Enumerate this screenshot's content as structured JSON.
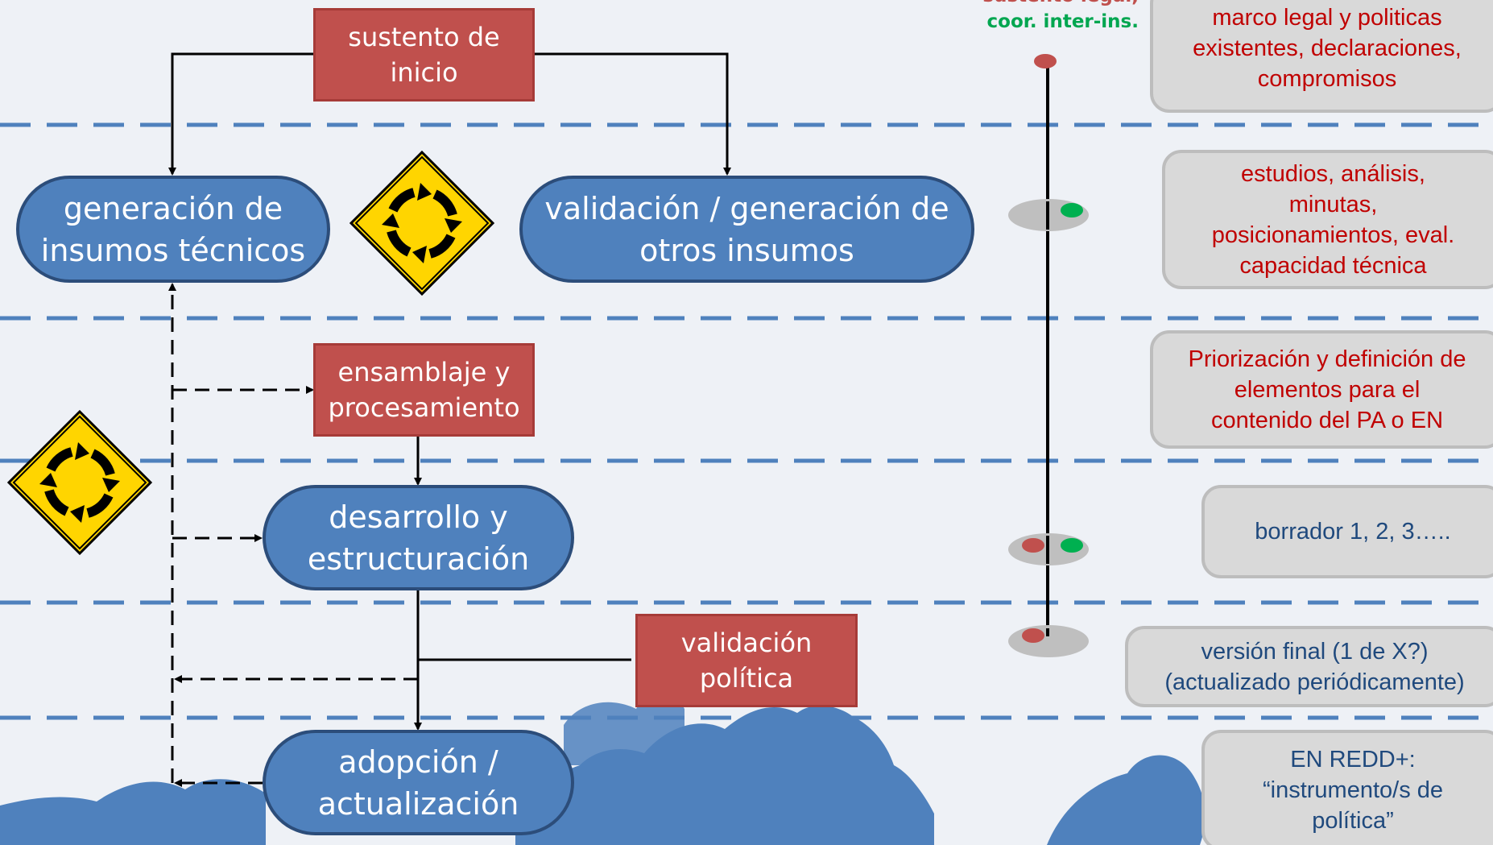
{
  "legend": {
    "line1": "sustento legal,",
    "line2": "coor. inter-ins."
  },
  "nodes": {
    "sustento": "sustento de\ninicio",
    "generacion": "generación de\ninsumos técnicos",
    "validacion_otros": "validación / generación de\notros insumos",
    "ensamblaje": "ensamblaje y\nprocesamiento",
    "desarrollo": "desarrollo y\nestructuración",
    "validacion_politica": "validación\npolítica",
    "adopcion": "adopción /\nactualización"
  },
  "notes": {
    "marco": "marco legal y politicas\nexistentes, declaraciones,\ncompromisos",
    "estudios": "estudios, análisis,\nminutas,\nposicionamientos, eval.\ncapacidad técnica",
    "priorizacion": "Priorización y definición de\nelementos para el\ncontenido del PA o EN",
    "borrador": "borrador 1, 2, 3…..",
    "version_final": "versión final (1 de X?)\n(actualizado periódicamente)",
    "en_redd": "EN REDD+:\n“instrumento/s de\npolítica”"
  },
  "icons": [
    "roundabout-sign-icon",
    "roundabout-sign-icon"
  ],
  "colors": {
    "node_blue": "#4f81bd",
    "node_red": "#c0504d",
    "note_grey": "#d9d9d9",
    "divider": "#4f81bd",
    "signal_red": "#c0504d",
    "signal_green": "#00b050",
    "forest": "#4f81bd"
  }
}
